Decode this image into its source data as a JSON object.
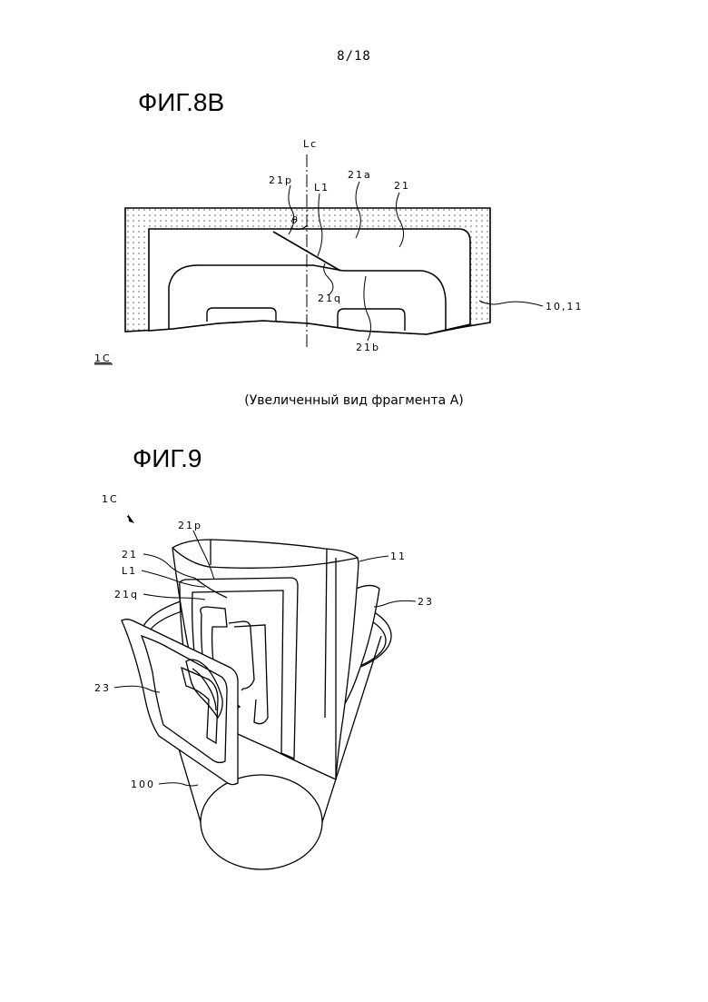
{
  "page_number": "8/18",
  "figure_8b": {
    "title": "ФИГ.8В",
    "labels": {
      "lc": "Lc",
      "p21": "21p",
      "l1": "L1",
      "a21": "21a",
      "n21": "21",
      "theta": "θ",
      "q21": "21q",
      "b21": "21b",
      "n1011": "10,11",
      "ref1c": "1C"
    },
    "caption": "(Увеличенный вид фрагмента А)"
  },
  "figure_9": {
    "title": "ФИГ.9",
    "labels": {
      "ref1c": "1C",
      "p21": "21p",
      "n21": "21",
      "l1": "L1",
      "q21": "21q",
      "n11": "11",
      "n23_right": "23",
      "n23_left": "23",
      "n100": "100"
    }
  }
}
